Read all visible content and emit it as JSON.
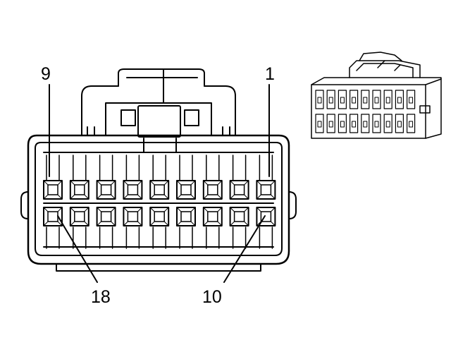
{
  "colors": {
    "line": "#000000",
    "background": "#ffffff"
  },
  "connector": {
    "top_row_pins": 9,
    "bottom_row_pins": 9,
    "labels": {
      "top_left": "9",
      "top_right": "1",
      "bottom_left": "18",
      "bottom_right": "10"
    }
  }
}
